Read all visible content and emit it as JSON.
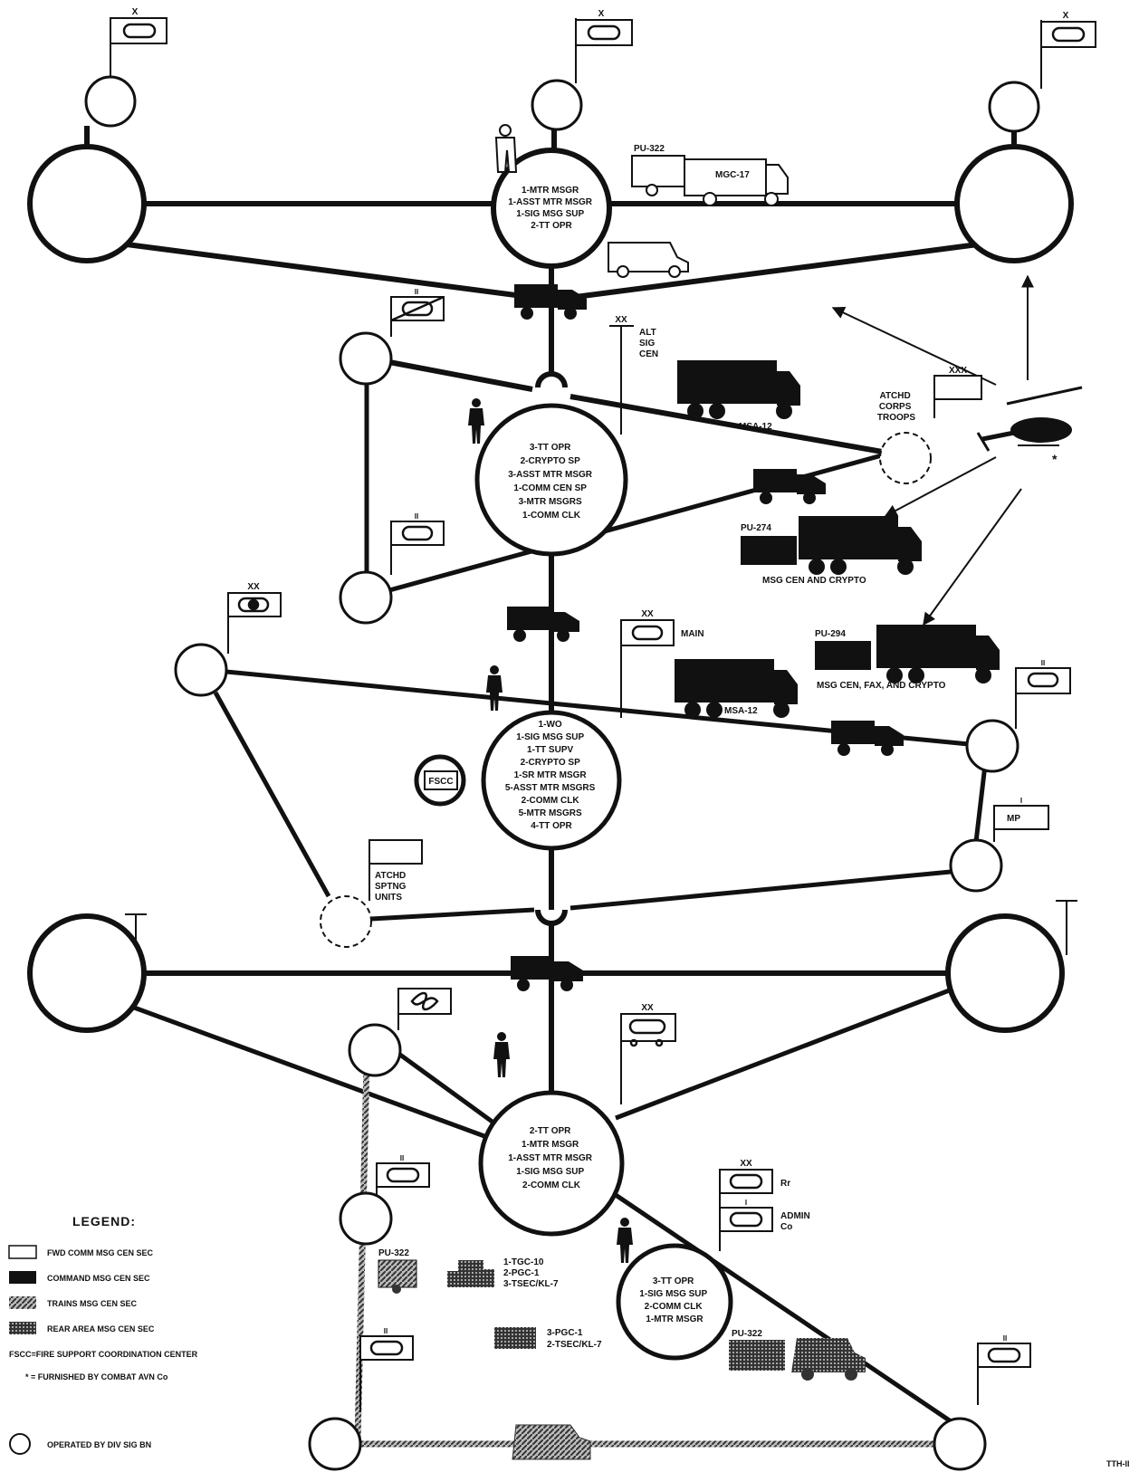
{
  "nodes": {
    "top_center": [
      "1-MTR MSGR",
      "1-ASST MTR MSGR",
      "1-SIG MSG SUP",
      "2-TT OPR"
    ],
    "alt_sig_cen": [
      "3-TT OPR",
      "2-CRYPTO SP",
      "3-ASST MTR MSGR",
      "1-COMM CEN SP",
      "3-MTR MSGRS",
      "1-COMM CLK"
    ],
    "main": [
      "1-WO",
      "1-SIG MSG SUP",
      "1-TT SUPV",
      "2-CRYPTO SP",
      "1-SR MTR MSGR",
      "5-ASST MTR MSGRS",
      "2-COMM CLK",
      "5-MTR MSGRS",
      "4-TT OPR"
    ],
    "rear": [
      "2-TT OPR",
      "1-MTR MSGR",
      "1-ASST MTR MSGR",
      "1-SIG MSG SUP",
      "2-COMM CLK"
    ],
    "admin": [
      "3-TT OPR",
      "1-SIG MSG SUP",
      "2-COMM CLK",
      "1-MTR MSGR"
    ]
  },
  "labels": {
    "fscc": "FSCC",
    "alt_sig_cen": [
      "ALT",
      "SIG",
      "CEN"
    ],
    "atchd_corps": [
      "ATCHD",
      "CORPS",
      "TROOPS"
    ],
    "atchd_sptng": [
      "ATCHD",
      "SPTNG",
      "UNITS"
    ],
    "main": "MAIN",
    "mp": "MP",
    "rr": "Rr",
    "admin_co": [
      "ADMIN",
      "Co"
    ],
    "star": "*",
    "ech_x": "X",
    "ech_xx": "XX",
    "ech_xxx": "XXX",
    "ech_ii": "II",
    "ech_i": "I",
    "sheet_id": "TTH-II"
  },
  "vehicles": {
    "pu322_top": "PU-322",
    "mgc17": "MGC-17",
    "msa12_a": "MSA-12",
    "pu274": "PU-274",
    "msg_cen_crypto": "MSG CEN AND CRYPTO",
    "pu294": "PU-294",
    "msg_cen_fax": "MSG CEN, FAX, AND CRYPTO",
    "msa12_b": "MSA-12",
    "pu322_trains": "PU-322",
    "trains_equip": [
      "1-TGC-10",
      "2-PGC-1",
      "3-TSEC/KL-7"
    ],
    "rear_equip": [
      "3-PGC-1",
      "2-TSEC/KL-7"
    ],
    "pu322_rear": "PU-322"
  },
  "legend": {
    "title": "LEGEND:",
    "items": [
      "FWD COMM MSG CEN SEC",
      "COMMAND MSG CEN SEC",
      "TRAINS MSG CEN SEC",
      "REAR AREA MSG CEN SEC"
    ],
    "fscc_note": "FSCC=FIRE SUPPORT COORDINATION CENTER",
    "star_note": "* = FURNISHED BY COMBAT AVN Co",
    "circle_note": "OPERATED BY DIV SIG BN"
  }
}
